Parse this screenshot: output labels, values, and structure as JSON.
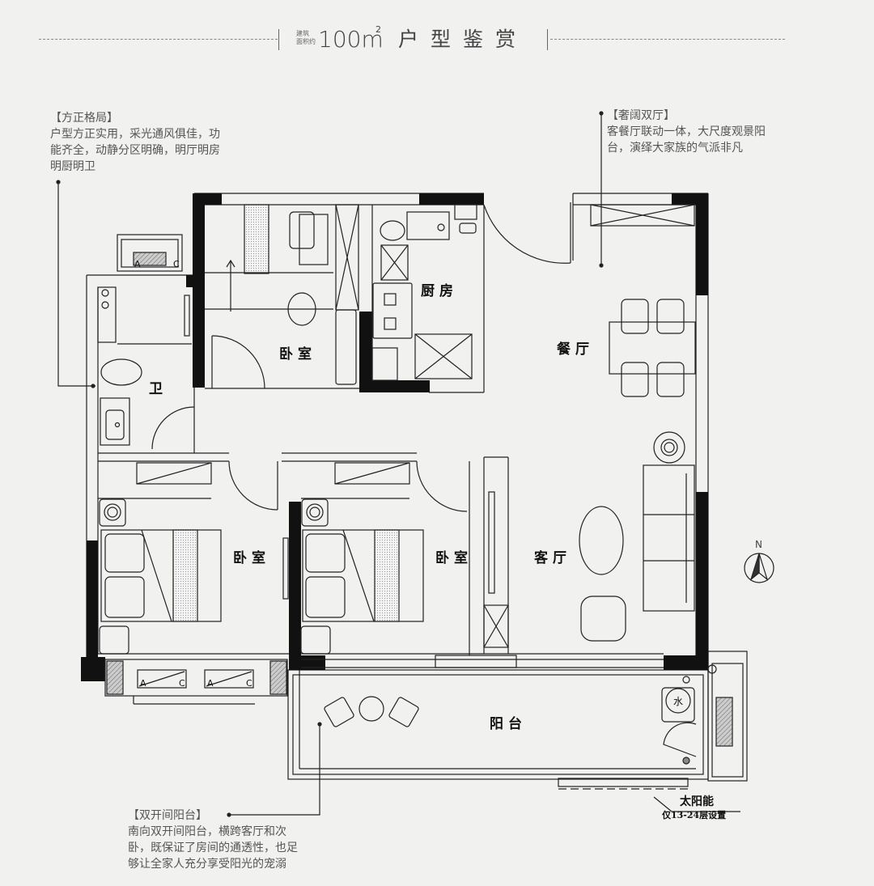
{
  "header": {
    "small_label_line1": "建筑",
    "small_label_line2": "面积约",
    "area_value": "100m",
    "area_superscript": "2",
    "title": "户型鉴赏"
  },
  "annotations": [
    {
      "heading": "【方正格局】",
      "lines": [
        "户型方正实用，采光通风俱佳，功",
        "能齐全，动静分区明确，明厅明房",
        "明厨明卫"
      ]
    },
    {
      "heading": "【奢阔双厅】",
      "lines": [
        "客餐厅联动一体，大尺度观景阳",
        "台，演绎大家族的气派非凡"
      ]
    },
    {
      "heading": "【双开间阳台】",
      "lines": [
        "南向双开间阳台，横跨客厅和次",
        "卧，既保证了房间的通透性，也足",
        "够让全家人充分享受阳光的宠溺"
      ]
    }
  ],
  "rooms": {
    "bedroom_north": "卧室",
    "bathroom": "卫",
    "kitchen": "厨房",
    "dining": "餐厅",
    "bedroom_sw": "卧室",
    "bedroom_s": "卧室",
    "living": "客厅",
    "balcony": "阳台"
  },
  "labels": {
    "ac": "A",
    "ac2": "C",
    "water_heater": "水",
    "compass_north": "N",
    "solar_title": "太阳能",
    "solar_note": "仅13-24层设置"
  },
  "colors": {
    "background": "#f1f1f0",
    "wall": "#111111",
    "line": "#222222",
    "text": "#555555",
    "hatch": "#bbbbbb"
  }
}
